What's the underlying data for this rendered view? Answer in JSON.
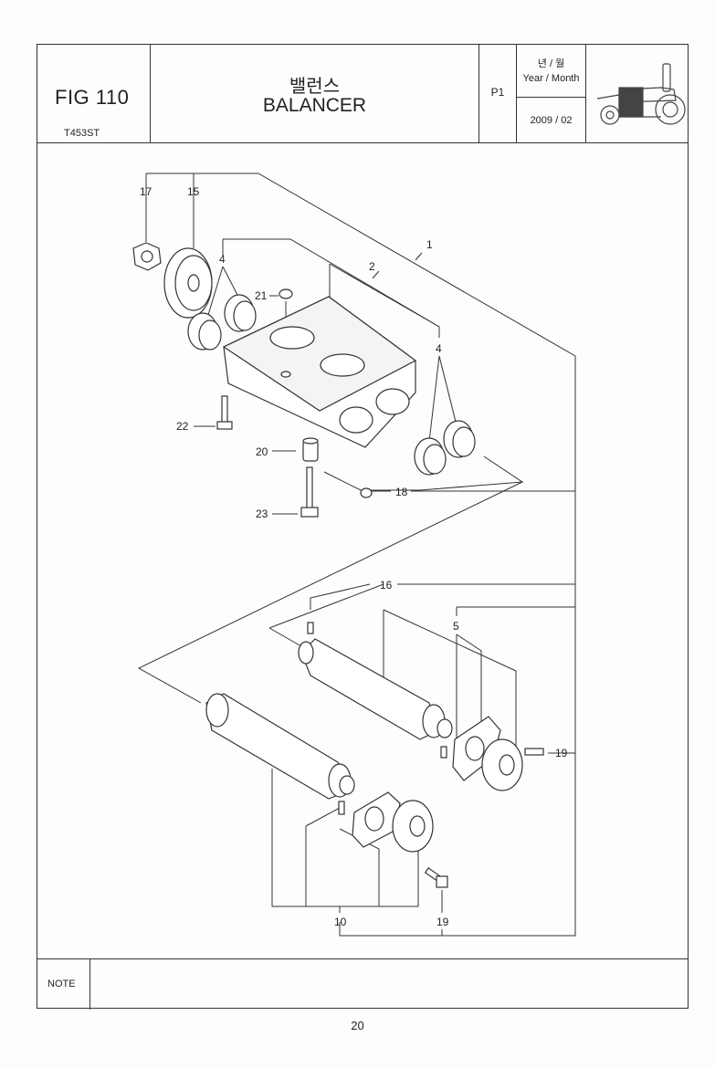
{
  "header": {
    "fig_label": "FIG 110",
    "model": "T453ST",
    "title_korean": "밸런스",
    "title_english": "BALANCER",
    "page_code": "P1",
    "year_month_korean": "년 / 월",
    "year_month_english": "Year / Month",
    "date": "2009 / 02",
    "tractor_icon": "tractor-icon"
  },
  "callouts": {
    "c1": "1",
    "c2": "2",
    "c4a": "4",
    "c4b": "4",
    "c5": "5",
    "c10": "10",
    "c15": "15",
    "c16": "16",
    "c17": "17",
    "c18": "18",
    "c19a": "19",
    "c19b": "19",
    "c20": "20",
    "c21": "21",
    "c22": "22",
    "c23": "23"
  },
  "note": {
    "label": "NOTE",
    "text": ""
  },
  "page_number": "20"
}
